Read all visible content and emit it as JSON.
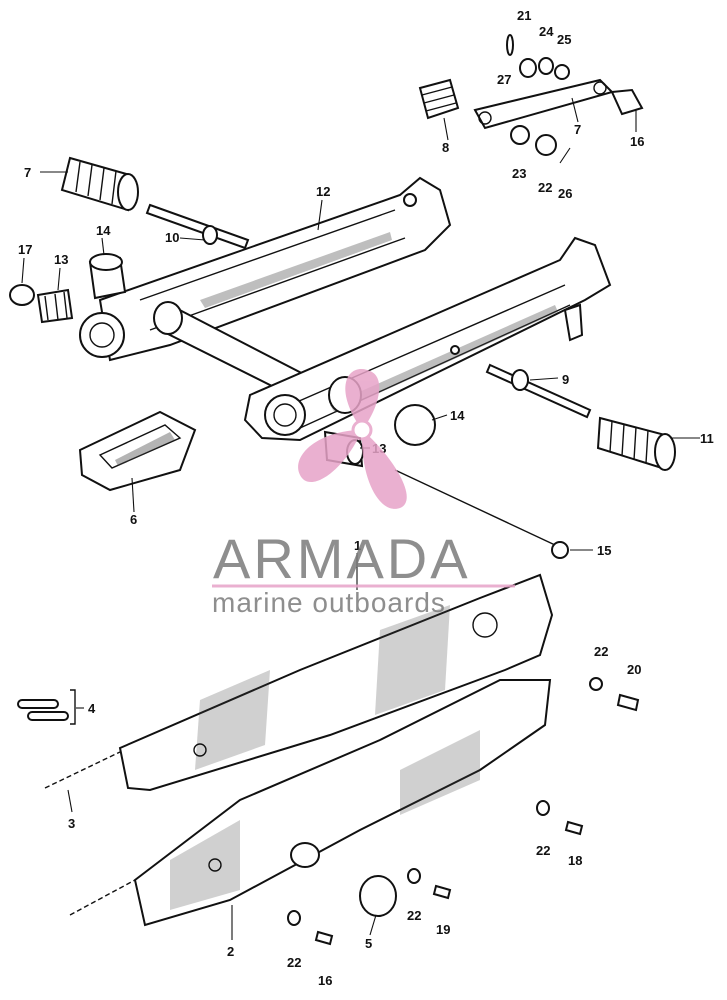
{
  "watermark": {
    "brand": "ARMADA",
    "tagline": "marine outboards",
    "logo_color": "#e7a3c8",
    "text_color": "#7b7b7b"
  },
  "callouts": [
    "1",
    "2",
    "3",
    "4",
    "5",
    "6",
    "7",
    "8",
    "9",
    "10",
    "11",
    "11",
    "12",
    "13",
    "13",
    "14",
    "14",
    "15",
    "16",
    "16",
    "17",
    "18",
    "18",
    "19",
    "20",
    "21",
    "22",
    "22",
    "22",
    "22",
    "23",
    "24",
    "25",
    "26",
    "27"
  ]
}
